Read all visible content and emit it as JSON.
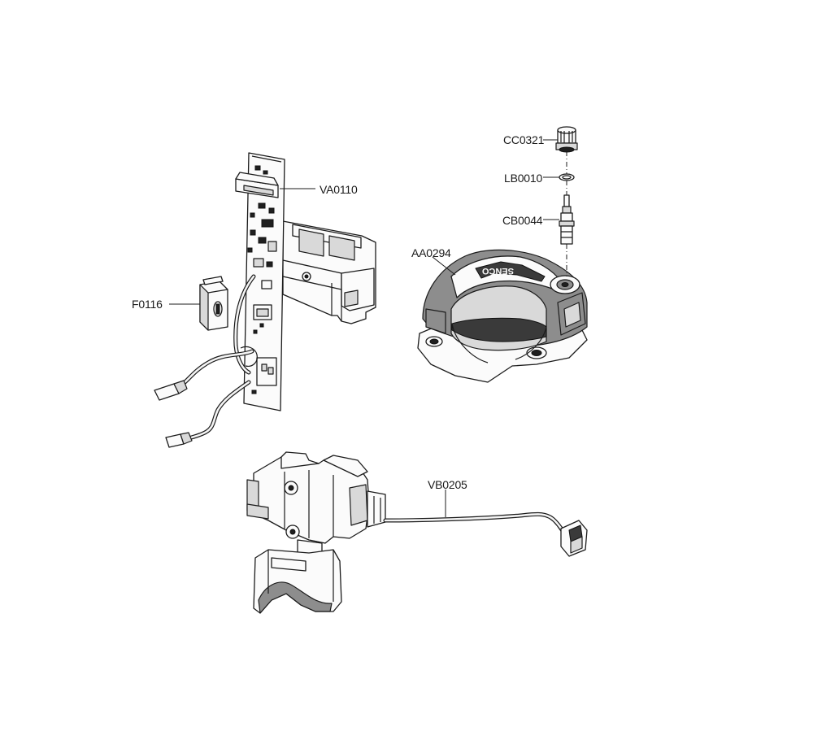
{
  "parts": [
    {
      "id": "circuit-board",
      "label": "VA0110"
    },
    {
      "id": "switch",
      "label": "F0116"
    },
    {
      "id": "cap",
      "label": "CC0321"
    },
    {
      "id": "o-ring",
      "label": "LB0010"
    },
    {
      "id": "valve",
      "label": "CB0044"
    },
    {
      "id": "top-cover",
      "label": "AA0294"
    },
    {
      "id": "trigger-switch",
      "label": "VB0205"
    }
  ],
  "cover_logo": "SENCO"
}
